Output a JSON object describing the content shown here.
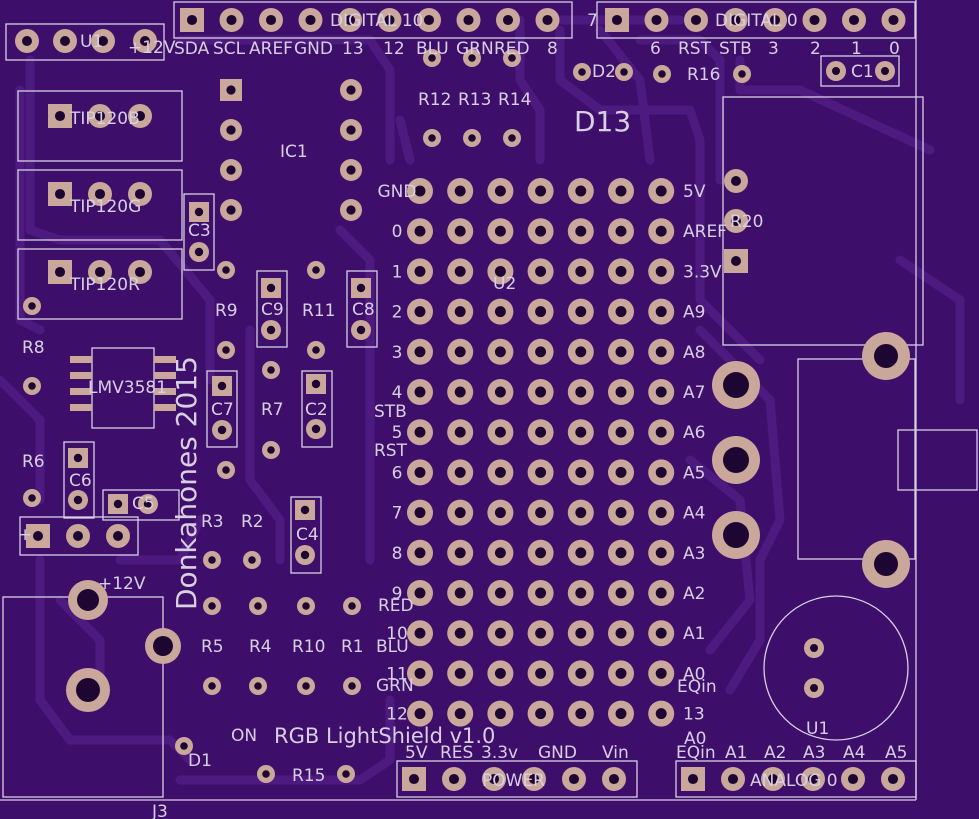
{
  "board": {
    "title": "RGB LightShield v1.0",
    "author_year": "Donkahones 2015",
    "board_label": "D13",
    "colors": {
      "board": "#3d0f6b",
      "trace": "#4d1a80",
      "silkscreen": "#d8cfe3",
      "pad": "#c9a89b"
    }
  },
  "headers": {
    "digital_left": {
      "name": "DIGITAL 10",
      "top_label": "7",
      "pins": [
        "SDA",
        "SCL",
        "AREF",
        "GND",
        "13",
        "12",
        "BLU",
        "GRN",
        "RED",
        "8"
      ]
    },
    "digital_right": {
      "name": "DIGITAL 0",
      "pins": [
        "6",
        "RST",
        "STB",
        "3",
        "2",
        "1",
        "0"
      ]
    },
    "power": {
      "name": "POWER",
      "pins": [
        "5V",
        "RES",
        "3.3v",
        "GND",
        "Vin"
      ]
    },
    "analog": {
      "name": "ANALOG 0",
      "pins": [
        "EQin",
        "A1",
        "A2",
        "A3",
        "A4",
        "A5"
      ]
    },
    "u1_header": {
      "name": "U1",
      "labels": [
        "-",
        "+12V"
      ]
    }
  },
  "components": {
    "transistors": [
      "TIP120B",
      "TIP120G",
      "TIP120R"
    ],
    "ic": "IC1",
    "opamp": "LMV3581",
    "capacitors": [
      "C1",
      "C2",
      "C3",
      "C4",
      "C5",
      "C6",
      "C7",
      "C8",
      "C9"
    ],
    "resistors": [
      "R1",
      "R2",
      "R3",
      "R4",
      "R5",
      "R6",
      "R7",
      "R8",
      "R9",
      "R10",
      "R11",
      "R12",
      "R13",
      "R14",
      "R15",
      "R16"
    ],
    "diodes": [
      "D1",
      "D2"
    ],
    "other": [
      "R20",
      "U2",
      "U1",
      "J3"
    ],
    "labels_misc": {
      "on": "ON",
      "plus12v": "+12V",
      "plus": "+"
    }
  },
  "proto_area": {
    "left_labels": [
      "GND",
      "0",
      "1",
      "2",
      "3",
      "4",
      "5",
      "6",
      "7",
      "8",
      "9",
      "10",
      "11",
      "12"
    ],
    "right_labels": [
      "5V",
      "AREF",
      "3.3V",
      "A9",
      "A8",
      "A7",
      "A6",
      "A5",
      "A4",
      "A3",
      "A2",
      "A1",
      "A0",
      "13"
    ],
    "extra_left": [
      "STB",
      "RST"
    ],
    "color_labels": [
      "RED",
      "BLU",
      "GRN"
    ],
    "extra_right": [
      "EQin",
      "A0",
      "EQin"
    ]
  }
}
